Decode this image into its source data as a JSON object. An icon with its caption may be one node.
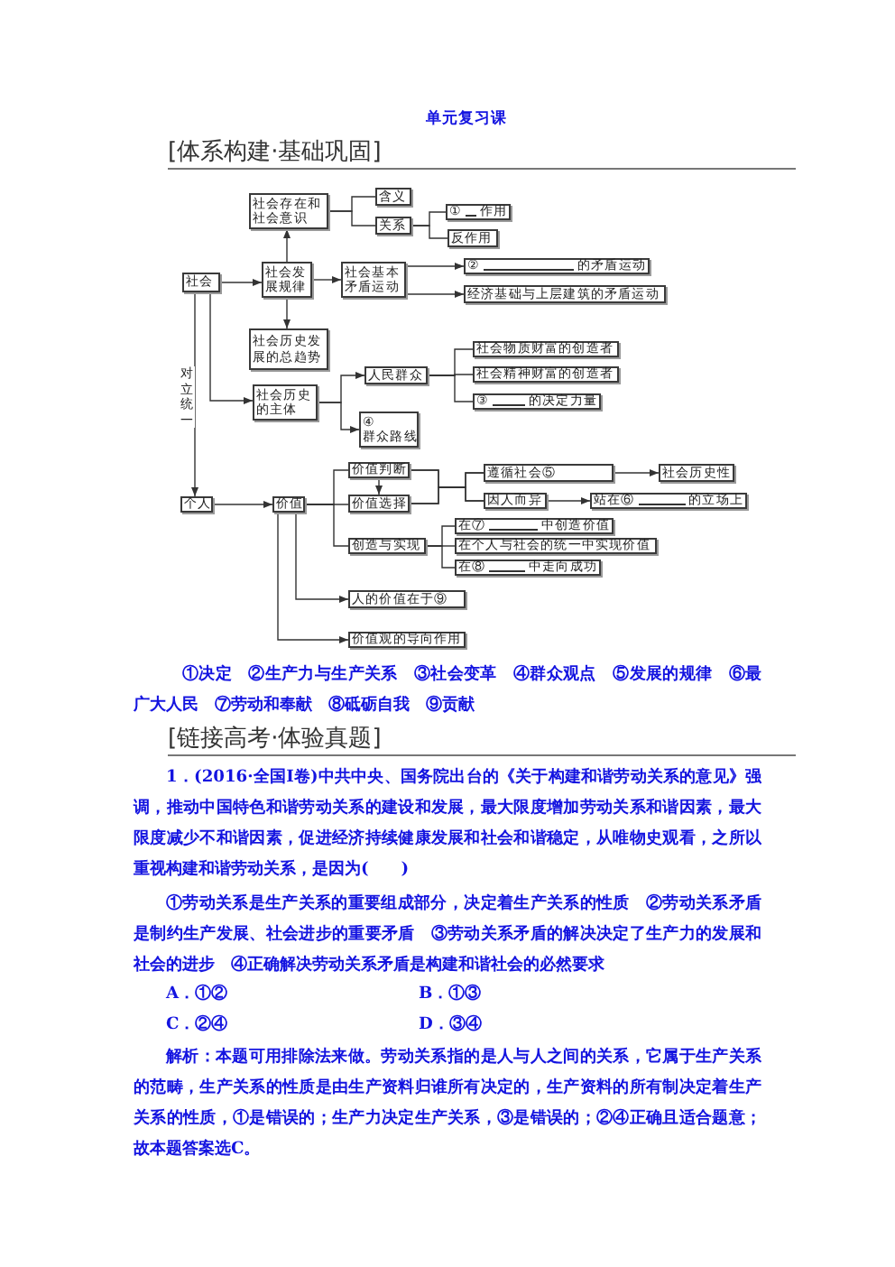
{
  "diagram": {
    "title": "单元复习课",
    "nodes": [
      {
        "text": [
          "社会存在和社会意识"
        ]
      },
      {
        "text": [
          "含义"
        ]
      },
      {
        "text": [
          "关系"
        ]
      },
      {
        "text": [
          "①",
          "作用"
        ]
      },
      {
        "text": [
          "反作用"
        ]
      },
      {
        "text": [
          "社会"
        ]
      },
      {
        "text": [
          "社会发展规律"
        ]
      },
      {
        "text": [
          "社会基本矛盾运动"
        ]
      },
      {
        "text": [
          "②",
          "的矛盾运动"
        ]
      },
      {
        "text": [
          "经济基础与上层建筑的矛盾运动"
        ]
      },
      {
        "text": [
          "社会历史发展的总趋势"
        ]
      },
      {
        "text": [
          "人民群众"
        ]
      },
      {
        "text": [
          "社会物质财富的创造者"
        ]
      },
      {
        "text": [
          "社会精神财富的创造者"
        ]
      },
      {
        "text": [
          "③",
          "的决定力量"
        ]
      },
      {
        "text": [
          "社会历史的主体"
        ]
      },
      {
        "text": [
          "④",
          "群众路线"
        ]
      },
      {
        "text": [
          "个人"
        ]
      },
      {
        "text": [
          "价值"
        ]
      },
      {
        "text": [
          "价值判断"
        ]
      },
      {
        "text": [
          "遵循社会⑤"
        ]
      },
      {
        "text": [
          "社会历史性"
        ]
      },
      {
        "text": [
          "价值选择"
        ]
      },
      {
        "text": [
          "因人而异"
        ]
      },
      {
        "text": [
          "站在⑥",
          "的立场上"
        ]
      },
      {
        "text": [
          "在⑦",
          "中创造价值"
        ]
      },
      {
        "text": [
          "创造与实现"
        ]
      },
      {
        "text": [
          "在个人与社会的统一中实现价值"
        ]
      },
      {
        "text": [
          "在⑧",
          "中走向成功"
        ]
      },
      {
        "text": [
          "人的价值在于⑨"
        ]
      },
      {
        "text": [
          "价值观的导向作用"
        ]
      }
    ],
    "edges": [
      {
        "from": 6,
        "to": 0,
        "arrow": "to"
      },
      {
        "from": 0,
        "to": 1,
        "arrow": "none"
      },
      {
        "from": 0,
        "to": 2,
        "arrow": "none"
      },
      {
        "from": 2,
        "to": 3,
        "arrow": "none"
      },
      {
        "from": 2,
        "to": 4,
        "arrow": "none"
      },
      {
        "from": 5,
        "to": 6,
        "arrow": "to"
      },
      {
        "from": 6,
        "to": 7,
        "arrow": "to"
      },
      {
        "from": 7,
        "to": 8,
        "arrow": "to"
      },
      {
        "from": 7,
        "to": 9,
        "arrow": "to"
      },
      {
        "from": 6,
        "to": 10,
        "arrow": "to"
      },
      {
        "from": 5,
        "to": 15,
        "arrow": "to"
      },
      {
        "from": 5,
        "to": 17,
        "arrow": "to",
        "label": "对立统一"
      },
      {
        "from": 15,
        "to": 11,
        "arrow": "to"
      },
      {
        "from": 15,
        "to": 16,
        "arrow": "to"
      },
      {
        "from": 11,
        "to": 12,
        "arrow": "none"
      },
      {
        "from": 11,
        "to": 13,
        "arrow": "none"
      },
      {
        "from": 11,
        "to": 14,
        "arrow": "none"
      },
      {
        "from": 17,
        "to": 18,
        "arrow": "to"
      },
      {
        "from": 18,
        "to": 19,
        "arrow": "none"
      },
      {
        "from": 18,
        "to": 22,
        "arrow": "none"
      },
      {
        "from": 18,
        "to": 26,
        "arrow": "none"
      },
      {
        "from": 19,
        "to": 22,
        "arrow": "to"
      },
      {
        "from": 19,
        "to": 20,
        "arrow": "none"
      },
      {
        "from": 19,
        "to": 23,
        "arrow": "none"
      },
      {
        "from": 22,
        "to": 20,
        "arrow": "none"
      },
      {
        "from": 22,
        "to": 23,
        "arrow": "none"
      },
      {
        "from": 20,
        "to": 21,
        "arrow": "to"
      },
      {
        "from": 23,
        "to": 24,
        "arrow": "to"
      },
      {
        "from": 26,
        "to": 25,
        "arrow": "none"
      },
      {
        "from": 26,
        "to": 27,
        "arrow": "none"
      },
      {
        "from": 26,
        "to": 28,
        "arrow": "none"
      },
      {
        "from": 18,
        "to": 29,
        "arrow": "to"
      },
      {
        "from": 18,
        "to": 30,
        "arrow": "to"
      }
    ],
    "labels": [
      "[体系构建·基础巩固]",
      "①决定　②生产力与生产关系　③社会变革　④群众观点　⑤发展的规律　⑥最广大人民　⑦劳动和奉献　⑧砥砺自我　⑨贡献",
      "[链接高考·体验真题]",
      "1．(2016·全国Ⅰ卷)中共中央、国务院出台的《关于构建和谐劳动关系的意见》强调，推动中国特色和谐劳动关系的建设和发展，最大限度增加劳动关系和谐因素，最大限度减少不和谐因素，促进经济持续健康发展和社会和谐稳定，从唯物史观看，之所以重视构建和谐劳动关系，是因为(　　)",
      "①劳动关系是生产关系的重要组成部分，决定着生产关系的性质　②劳动关系矛盾是制约生产发展、社会进步的重要矛盾　③劳动关系矛盾的解决决定了生产力的发展和社会的进步　④正确解决劳动关系矛盾是构建和谐社会的必然要求",
      "A．①②",
      "B．①③",
      "C．②④",
      "D．③④",
      "解析：本题可用排除法来做。劳动关系指的是人与人之间的关系，它属于生产关系的范畴，生产关系的性质是由生产资料归谁所有决定的，生产资料的所有制决定着生产关系的性质，①是错误的；生产力决定生产关系，③是错误的；②④正确且适合题意；故本题答案选C。"
    ]
  }
}
